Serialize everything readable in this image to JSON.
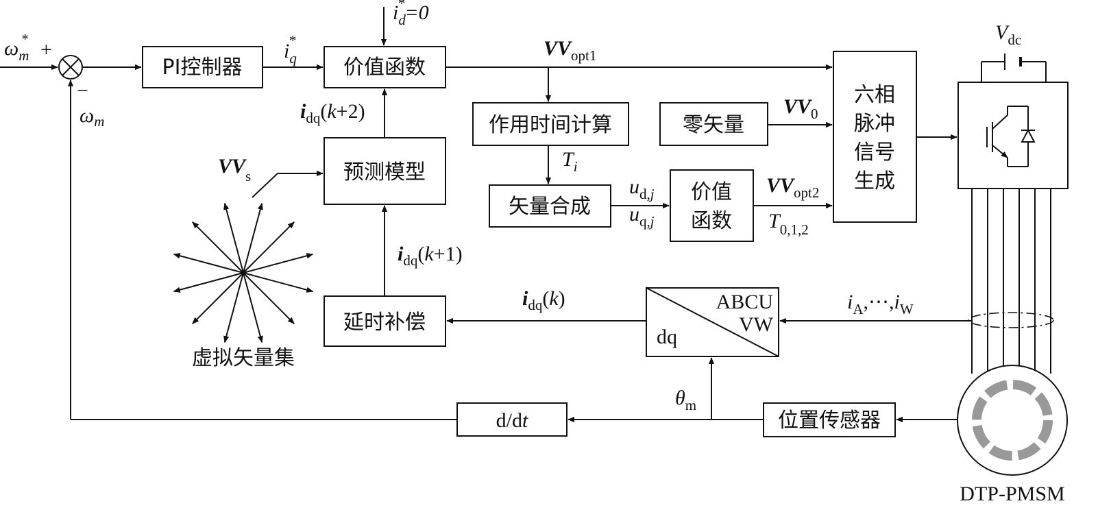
{
  "blocks": {
    "pi": "PI控制器",
    "cost1": "价值函数",
    "pred": "预测模型",
    "delay": "延时补偿",
    "calc": "作用时间计算",
    "synth": "矢量合成",
    "cost2_l1": "价值",
    "cost2_l2": "函数",
    "zero": "零矢量",
    "pulse_l1": "六相",
    "pulse_l2": "脉冲",
    "pulse_l3": "信号",
    "pulse_l4": "生成",
    "sensor": "位置传感器",
    "deriv_a": "d/d",
    "deriv_b": "t",
    "abc": "ABCU",
    "vw": "VW",
    "dq": "dq"
  },
  "labels": {
    "omega_star": "ω",
    "omega_star_sub": "m",
    "star": "*",
    "plus": "+",
    "minus": "−",
    "omega_fb": "ω",
    "omega_fb_sub": "m",
    "iq_star": "i",
    "iq_sub": "q",
    "id_star": "i",
    "id_sub": "d",
    "id_val": "=0",
    "i_bold": "i",
    "idq_sub": "dq",
    "k2_a": "(",
    "k2_b": "k",
    "k2_c": "+2)",
    "k1_c": "+1)",
    "k0_c": ")",
    "vv": "VV",
    "opt1": "opt1",
    "opt2": "opt2",
    "vv0_sub": "0",
    "vvs_sub": "s",
    "ti": "T",
    "ti_sub": "i",
    "t012": "T",
    "t012_sub": "0,1,2",
    "ud": "u",
    "ud_sub": "d,",
    "uq": "u",
    "uq_sub": "q,",
    "j": "j",
    "vdc": "V",
    "vdc_sub": "dc",
    "ia": "i",
    "ia_sub": "A",
    "ia_mid": ",⋯,",
    "iw": "i",
    "iw_sub": "W",
    "theta": "θ",
    "theta_sub": "m",
    "vset": "虚拟矢量集",
    "motor": "DTP-PMSM"
  }
}
